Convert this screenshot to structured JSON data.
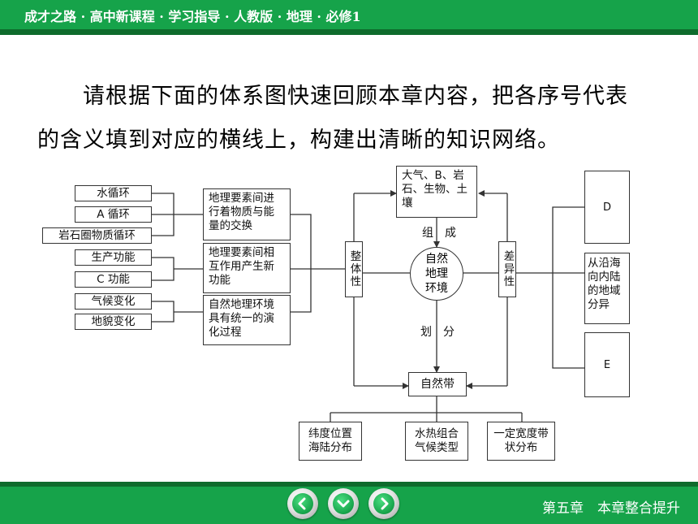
{
  "header": {
    "title": "成才之路 · 高中新课程 · 学习指导 · 人教版 · 地理 · 必修1"
  },
  "intro": {
    "line1": "请根据下面的体系图快速回顾本章内容，把各序号代表",
    "line2": "的含义填到对应的横线上，构建出清晰的知识网络。"
  },
  "diagram": {
    "left_items": [
      "水循环",
      "A 循环",
      "岩石圈物质循环",
      "生产功能",
      "C 功能",
      "气候变化",
      "地貌变化"
    ],
    "mid_items": [
      "地理要素间进行着物质与能量的交换",
      "地理要素间相互作用产生新功能",
      "自然地理环境具有统一的演化过程"
    ],
    "left_vertical": "整体性",
    "right_vertical": "差异性",
    "top_box": "大气、B、岩石、生物、土壤",
    "compose_label": "组　成",
    "center": "自然地理环境",
    "divide_label": "划　分",
    "zone_box": "自然带",
    "bottom_items": [
      "纬度位置海陆分布",
      "水热组合气候类型",
      "一定宽度带状分布"
    ],
    "right_items": [
      "D",
      "从沿海向内陆的地域分异",
      "E"
    ]
  },
  "footer": {
    "chapter": "第五章　本章整合提升"
  },
  "nav": {
    "prev": "left-arrow-icon",
    "down": "down-arrow-icon",
    "next": "right-arrow-icon"
  },
  "colors": {
    "bar": "#16a34a",
    "bar_dark": "#0e6b2c"
  }
}
